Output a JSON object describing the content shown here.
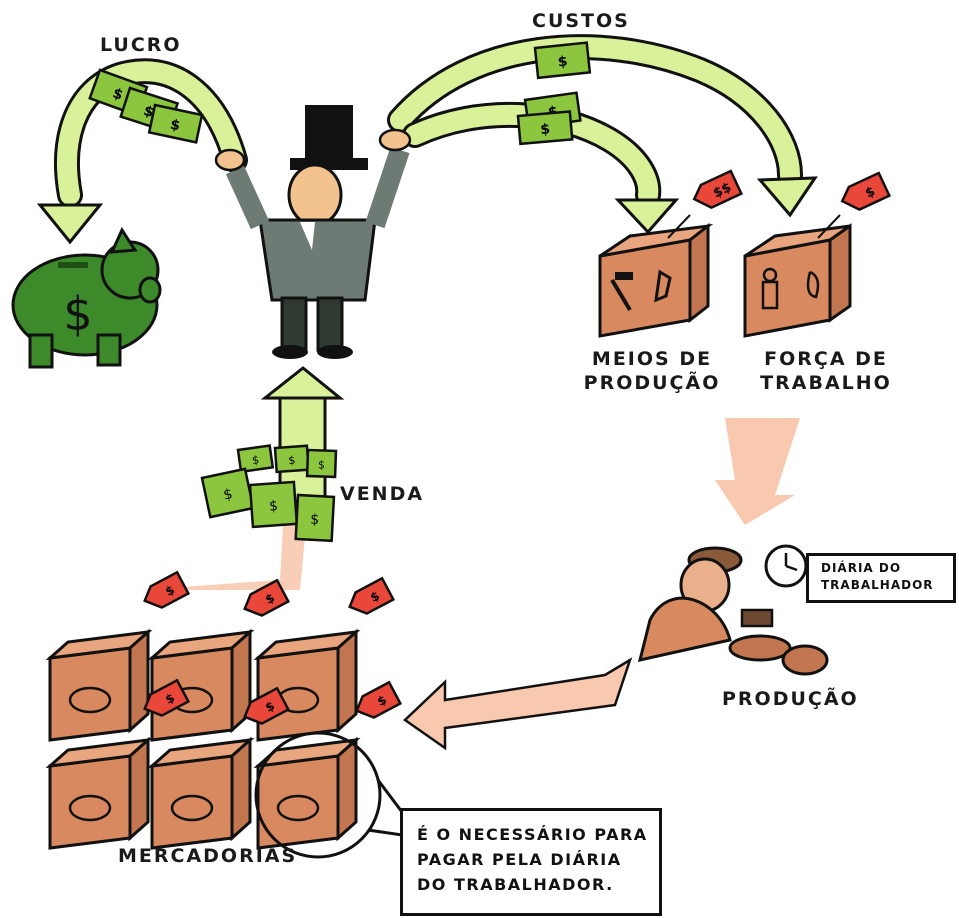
{
  "labels": {
    "lucro": "LUCRO",
    "custos": "CUSTOS",
    "meios": [
      "MEIOS DE",
      "PRODUÇÃO"
    ],
    "forca": [
      "FORÇA DE",
      "TRABALHO"
    ],
    "venda": "VENDA",
    "producao": "PRODUÇÃO",
    "mercadorias": "MERCADORIAS"
  },
  "clock_label": [
    "DIÁRIA DO",
    "TRABALHADOR"
  ],
  "note": [
    "É O NECESSÁRIO PARA",
    "PAGAR PELA DIÁRIA",
    "DO TRABALHADOR."
  ],
  "symbols": {
    "dollar": "$",
    "double_dollar": "$$"
  },
  "colors": {
    "arrow_green": "#d9f29a",
    "cash_green": "#8cc63f",
    "piggy_green": "#3d8a2a",
    "box_orange": "#d9895f",
    "tag_red": "#e8473a",
    "peach_arrow": "#f8c9ae",
    "suit_gray": "#6e7b74"
  }
}
